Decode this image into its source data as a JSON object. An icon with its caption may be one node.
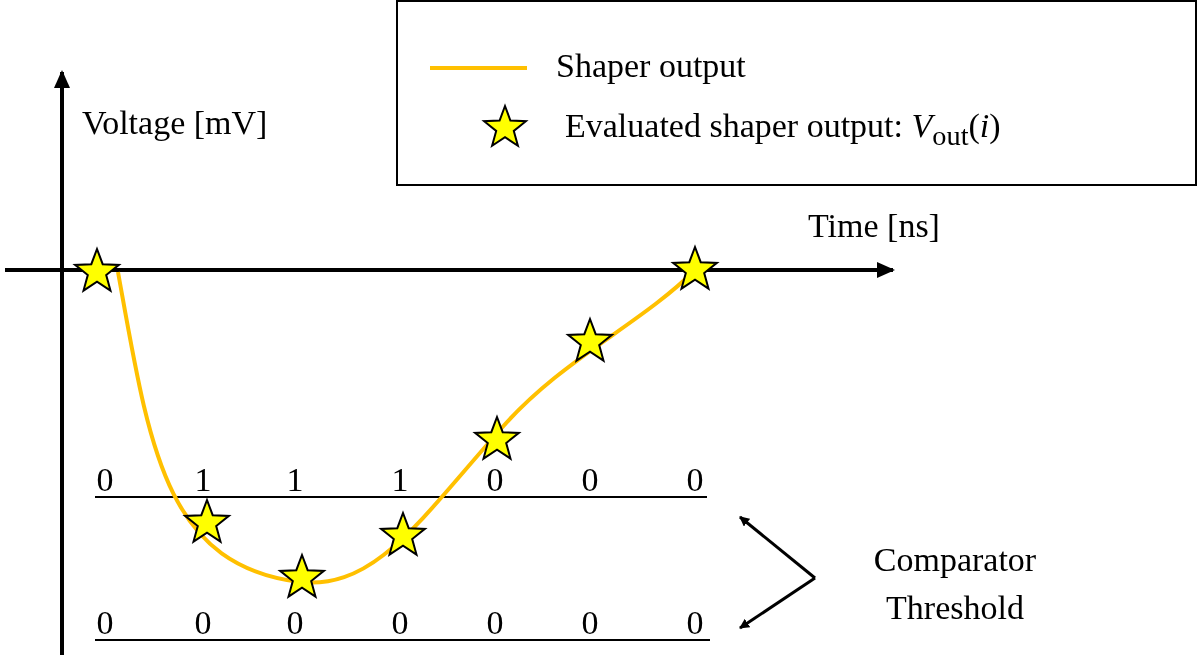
{
  "diagram": {
    "nodes": [
      {
        "text": [
          "Comparator Threshold"
        ]
      },
      {
        "text": [],
        "shape": "line"
      },
      {
        "text": [],
        "shape": "line"
      }
    ],
    "edges": [
      {
        "from": 0,
        "to": 1,
        "arrow": "to"
      },
      {
        "from": 0,
        "to": 2,
        "arrow": "to"
      }
    ],
    "labels": [
      "Voltage [mV]",
      "Time [ns]",
      "0",
      "1",
      "1",
      "1",
      "0",
      "0",
      "0",
      "0",
      "0",
      "0",
      "0",
      "0",
      "0",
      "0"
    ],
    "legend": [
      {
        "text": "Shaper output"
      },
      {
        "text": "Evaluated shaper output: *V*$_{out}$(*i*)"
      }
    ]
  }
}
